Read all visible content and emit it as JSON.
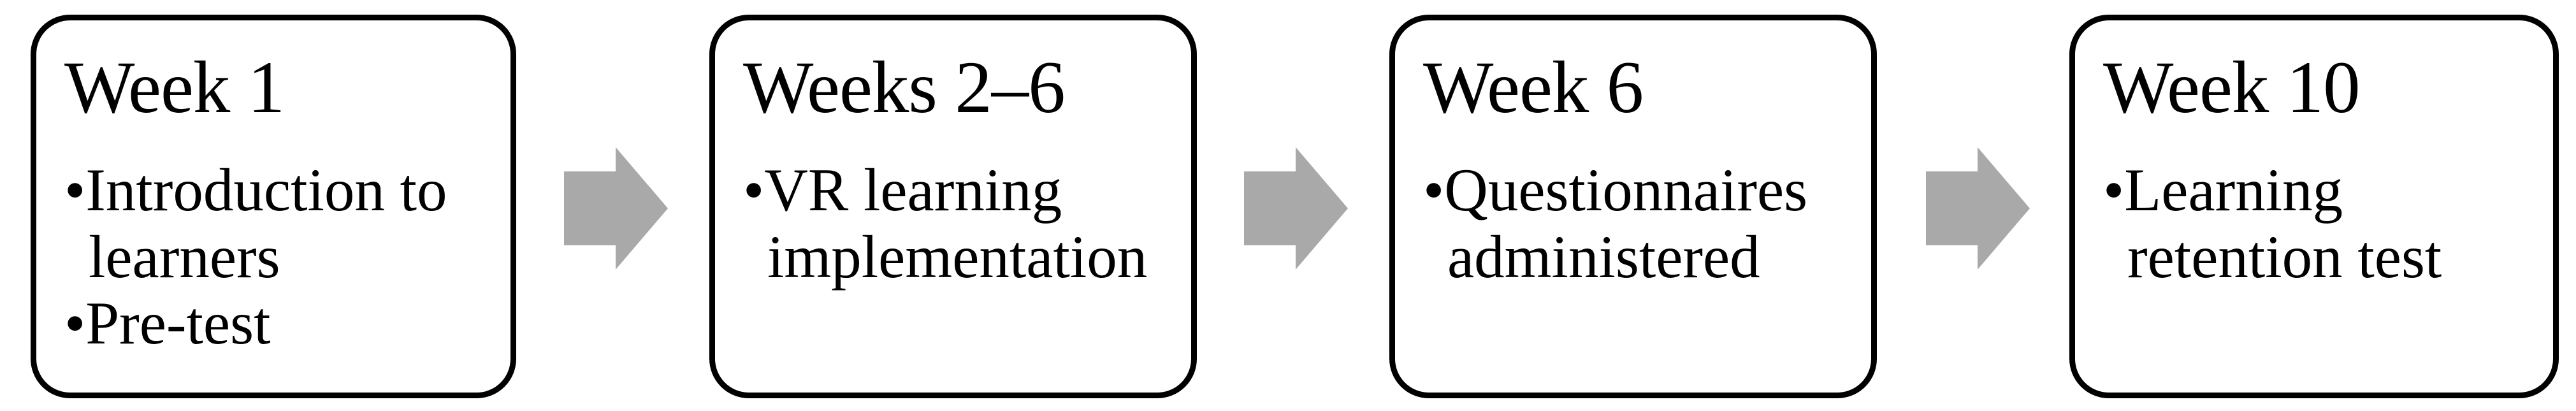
{
  "figure": {
    "type": "process-flow-diagram",
    "bullet_char": "•",
    "colors": {
      "background": "#ffffff",
      "box_fill": "#ffffff",
      "box_border": "#000000",
      "text": "#000000",
      "arrow_fill": "#a9a9a9"
    },
    "boxes": [
      {
        "title": "Week 1",
        "bullets": [
          "Introduction to\nlearners",
          "Pre-test"
        ]
      },
      {
        "title": "Weeks 2–6",
        "bullets": [
          "VR learning\nimplementation"
        ]
      },
      {
        "title": "Week 6",
        "bullets": [
          "Questionnaires\nadministered"
        ]
      },
      {
        "title": "Week 10",
        "bullets": [
          "Learning\nretention test"
        ]
      }
    ]
  }
}
